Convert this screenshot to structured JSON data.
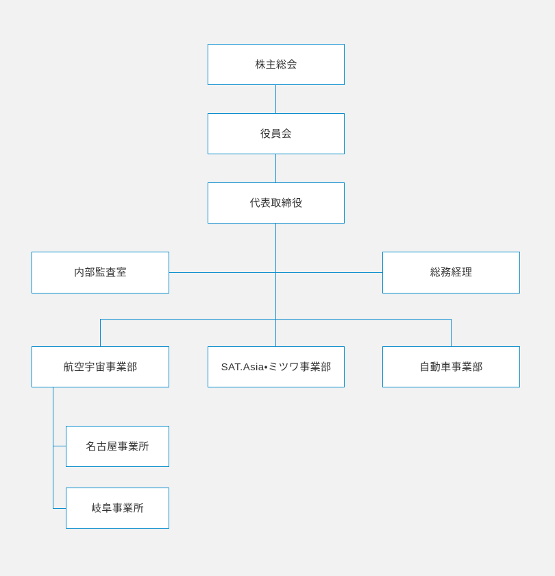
{
  "chart": {
    "type": "org-chart",
    "title": "",
    "background_color": "#f2f2f2",
    "line_color": "#0b8ecd",
    "box_fill_color": "#ffffff",
    "text_color": "#333333",
    "nodes": [
      {
        "id": "shareholders",
        "label": "株主総会",
        "level": 1
      },
      {
        "id": "board",
        "label": "役員会",
        "level": 2
      },
      {
        "id": "ceo",
        "label": "代表取締役",
        "level": 3
      },
      {
        "id": "internal-audit",
        "label": "内部監査室",
        "level": 4
      },
      {
        "id": "general-admin",
        "label": "総務経理",
        "level": 4
      },
      {
        "id": "aerospace",
        "label": "航空宇宙事業部",
        "level": 5
      },
      {
        "id": "sat-asia",
        "label": "SAT.Asia・ミツワ事業部",
        "level": 5
      },
      {
        "id": "automotive",
        "label": "自動車事業部",
        "level": 5
      },
      {
        "id": "nagoya",
        "label": "名古屋事業所",
        "level": 6
      },
      {
        "id": "gifu",
        "label": "岐阜事業所",
        "level": 6
      }
    ],
    "edges": [
      {
        "from": "shareholders",
        "to": "board"
      },
      {
        "from": "board",
        "to": "ceo"
      },
      {
        "from": "ceo",
        "to": "internal-audit"
      },
      {
        "from": "ceo",
        "to": "general-admin"
      },
      {
        "from": "ceo",
        "to": "aerospace"
      },
      {
        "from": "ceo",
        "to": "sat-asia"
      },
      {
        "from": "ceo",
        "to": "automotive"
      },
      {
        "from": "aerospace",
        "to": "nagoya"
      },
      {
        "from": "aerospace",
        "to": "gifu"
      }
    ]
  }
}
